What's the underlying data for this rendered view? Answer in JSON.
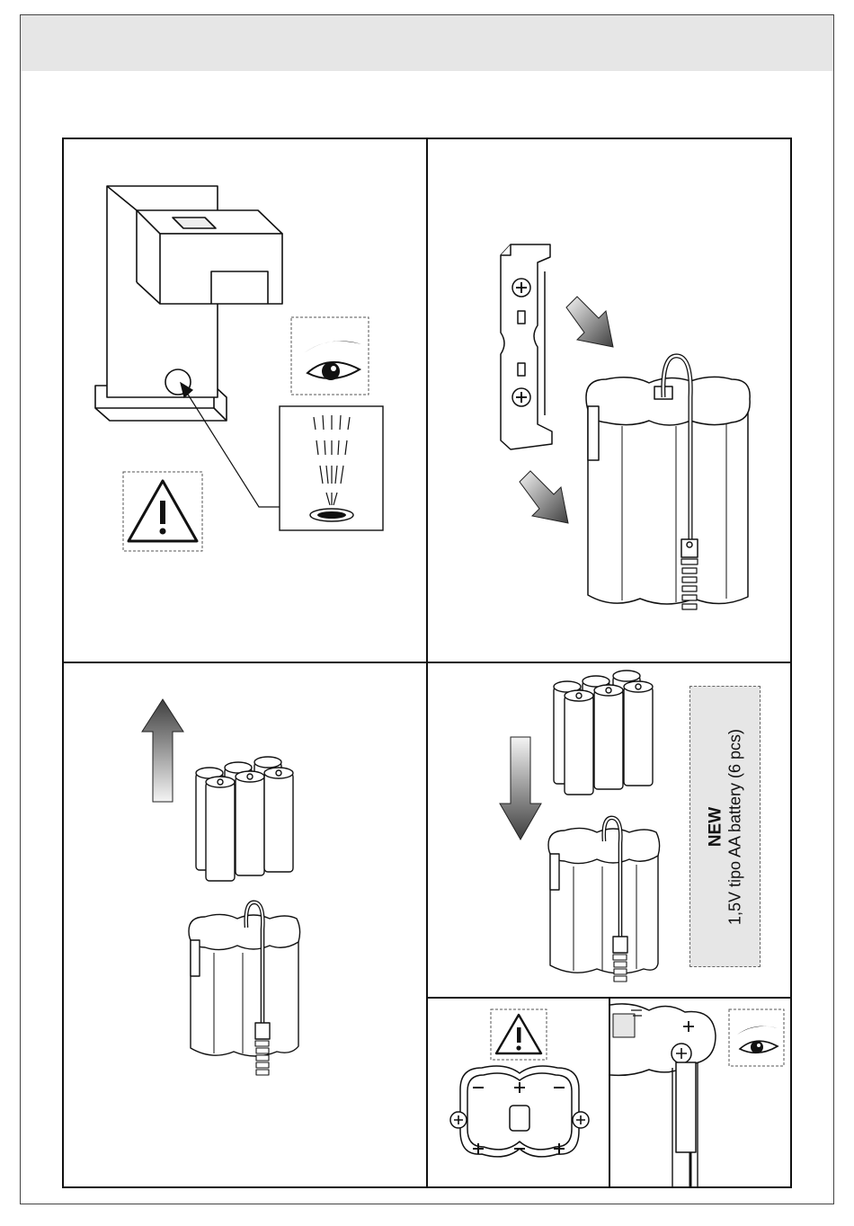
{
  "battery_note": {
    "new_label": "NEW",
    "spec_label": "1,5V tipo AA battery (6 pcs)"
  },
  "colors": {
    "header_band": "#e6e6e6",
    "line": "#111111",
    "arrow_dark": "#4a4a4a",
    "arrow_light": "#f2f2f2"
  },
  "icons": [
    "faucet",
    "eye-icon",
    "warning-icon",
    "sensor-spray-icon",
    "battery-holder-bracket",
    "battery-pack",
    "aa-cells",
    "direction-arrow",
    "battery-holder-lid"
  ]
}
